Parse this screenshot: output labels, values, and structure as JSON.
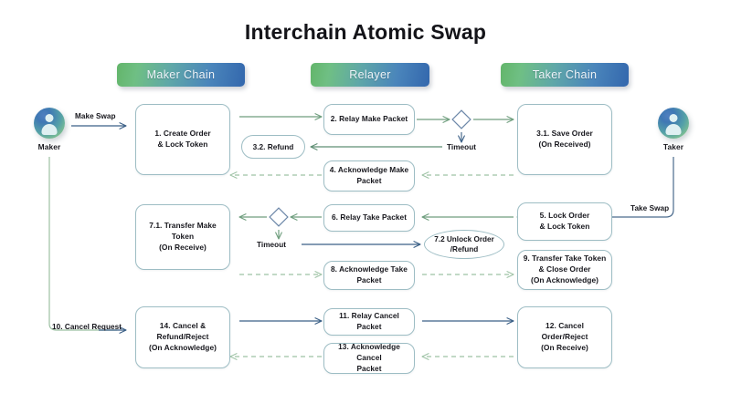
{
  "title": "Interchain Atomic Swap",
  "columns": [
    {
      "id": "maker-chain",
      "label": "Maker Chain"
    },
    {
      "id": "relayer",
      "label": "Relayer"
    },
    {
      "id": "taker-chain",
      "label": "Taker Chain"
    }
  ],
  "actors": [
    {
      "id": "maker",
      "label": "Maker",
      "icon": "user-avatar-icon"
    },
    {
      "id": "taker",
      "label": "Taker",
      "icon": "user-avatar-icon"
    }
  ],
  "nodes": {
    "create_order": "1. Create Order\n& Lock Token",
    "relay_make": "2. Relay Make Packet",
    "save_order": "3.1. Save Order\n(On Received)",
    "refund": "3.2. Refund",
    "ack_make": "4. Acknowledge Make\nPacket",
    "lock_order": "5. Lock Order\n& Lock Token",
    "relay_take": "6. Relay Take Packet",
    "transfer_make": "7.1. Transfer Make Token\n(On Receive)",
    "unlock_order": "7.2 Unlock Order\n/Refund",
    "ack_take": "8. Acknowledge Take\nPacket",
    "transfer_take": "9. Transfer Take Token\n& Close Order\n(On Acknowledge)",
    "cancel_reject": "12. Cancel Order/Reject\n(On Receive)",
    "relay_cancel": "11. Relay Cancel Packet",
    "ack_cancel": "13. Acknowledge Cancel\nPacket",
    "cancel_refund": "14. Cancel & Refund/Reject\n(On Acknowledge)"
  },
  "edge_labels": {
    "make_swap": "Make Swap",
    "take_swap": "Take Swap",
    "timeout_top": "Timeout",
    "timeout_mid": "Timeout",
    "cancel_request": "10. Cancel Request"
  },
  "decisions": [
    {
      "id": "timeout-decision-top",
      "shape": "diamond"
    },
    {
      "id": "timeout-decision-mid",
      "shape": "diamond"
    }
  ],
  "colors": {
    "header_gradient_start": "#63b56a",
    "header_gradient_end": "#3367ad",
    "node_border": "#9dbdc4",
    "arrow_green": "#6f9e7e",
    "arrow_blue": "#3a5f86",
    "arrow_dashed": "#9dc2a4",
    "lifeline_green": "#9cc0a2",
    "lifeline_blue": "#4a6a8c",
    "text": "#17171d",
    "background": "#ffffff"
  }
}
